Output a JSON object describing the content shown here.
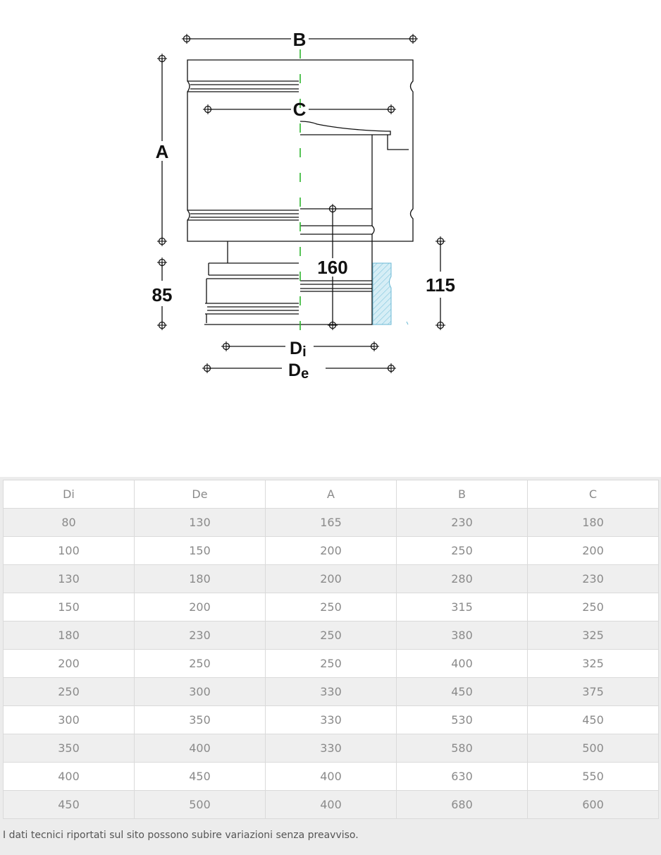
{
  "drawing": {
    "labels": {
      "b": "B",
      "c": "C",
      "a": "A",
      "dim_85": "85",
      "dim_160": "160",
      "dim_115": "115",
      "di_main": "D",
      "di_sub": "i",
      "de_main": "D",
      "de_sub": "e"
    },
    "colors": {
      "axis": "#2db52d",
      "hatch": "#9fd4e6",
      "line": "#111111"
    }
  },
  "table": {
    "headers": [
      "Di",
      "De",
      "A",
      "B",
      "C"
    ],
    "rows": [
      [
        "80",
        "130",
        "165",
        "230",
        "180"
      ],
      [
        "100",
        "150",
        "200",
        "250",
        "200"
      ],
      [
        "130",
        "180",
        "200",
        "280",
        "230"
      ],
      [
        "150",
        "200",
        "250",
        "315",
        "250"
      ],
      [
        "180",
        "230",
        "250",
        "380",
        "325"
      ],
      [
        "200",
        "250",
        "250",
        "400",
        "325"
      ],
      [
        "250",
        "300",
        "330",
        "450",
        "375"
      ],
      [
        "300",
        "350",
        "330",
        "530",
        "450"
      ],
      [
        "350",
        "400",
        "330",
        "580",
        "500"
      ],
      [
        "400",
        "450",
        "400",
        "630",
        "550"
      ],
      [
        "450",
        "500",
        "400",
        "680",
        "600"
      ]
    ]
  },
  "note": "I dati tecnici riportati sul sito possono subire variazioni senza preavviso."
}
